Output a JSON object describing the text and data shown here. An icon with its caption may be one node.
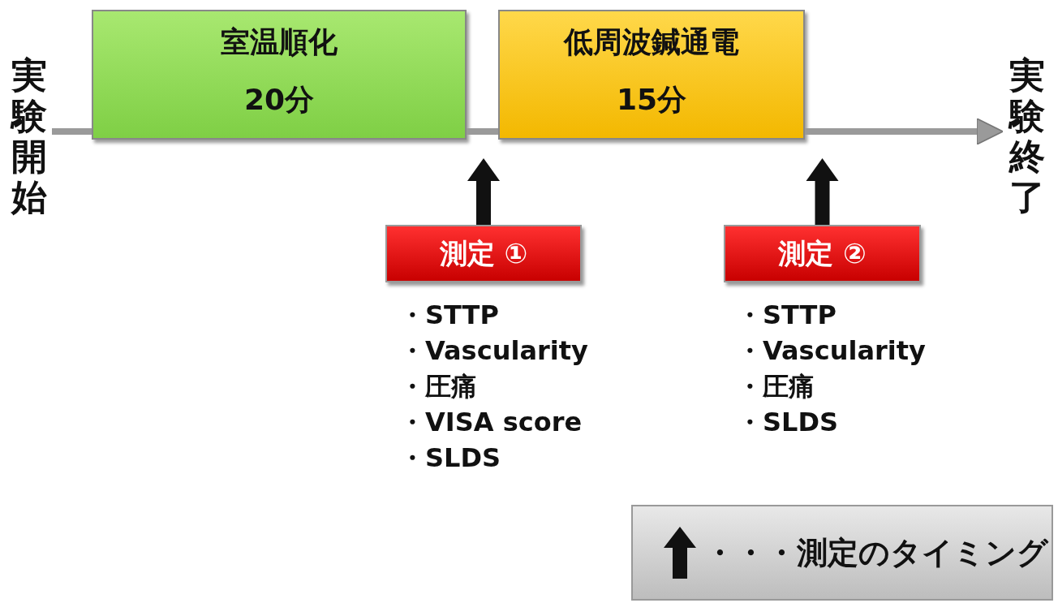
{
  "diagram": {
    "nodes": [
      {
        "text": [
          "実験開始"
        ]
      },
      {
        "text": [
          "室温順化",
          "20分"
        ]
      },
      {
        "text": [
          "低周波鍼通電",
          "15分"
        ]
      },
      {
        "text": [
          "実験終了"
        ]
      },
      {
        "text": [
          "測定 ①"
        ],
        "beside": [
          "・STTP",
          "・Vascularity",
          "・圧痛",
          "・VISA score",
          "・SLDS"
        ]
      },
      {
        "text": [
          "測定 ②"
        ],
        "beside": [
          "・STTP",
          "・Vascularity",
          "・圧痛",
          "・SLDS"
        ]
      }
    ],
    "edges": [
      {
        "from": 0,
        "to": 1,
        "arrow": "none",
        "color": "#9a9a9a"
      },
      {
        "from": 1,
        "to": 2,
        "arrow": "none",
        "color": "#9a9a9a"
      },
      {
        "from": 2,
        "to": 3,
        "arrow": "to",
        "color": "#9a9a9a"
      },
      {
        "from": 4,
        "to": null,
        "arrow": "to",
        "style": "thick",
        "color": "#111111"
      },
      {
        "from": 5,
        "to": null,
        "arrow": "to",
        "style": "thick",
        "color": "#111111"
      }
    ],
    "legend": [
      {
        "text": "・・・測定のタイミング"
      }
    ]
  }
}
